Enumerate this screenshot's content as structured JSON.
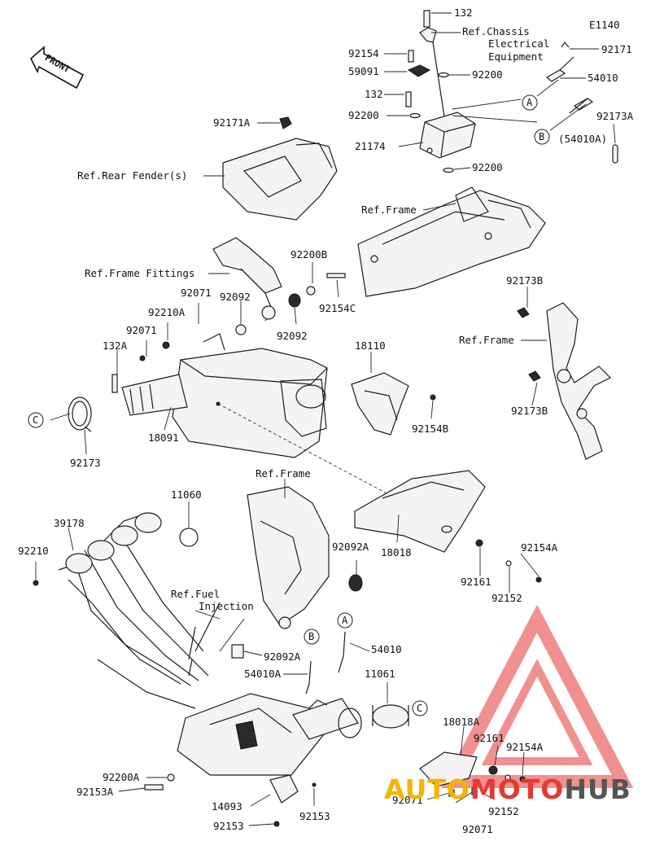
{
  "diagram_code": "E1140",
  "front_badge": "FRONT",
  "watermark": {
    "part1": "AUTO",
    "part2": "MOTO",
    "part3": "HUB",
    "color1": "#f5b400",
    "color2": "#e53935",
    "color3": "#555555"
  },
  "callouts": {
    "A": "A",
    "B": "B",
    "C": "C"
  },
  "labels": {
    "l132_top": "132",
    "ref_chassis_1": "Ref.Chassis",
    "ref_chassis_2": "Electrical",
    "ref_chassis_3": "Equipment",
    "l92171": "92171",
    "l92154": "92154",
    "l59091": "59091",
    "l92200_a": "92200",
    "l54010": "54010",
    "l132_mid": "132",
    "l92200_b": "92200",
    "l92173A": "92173A",
    "l54010A_paren": "(54010A)",
    "l21174": "21174",
    "l92200_c": "92200",
    "l92171A": "92171A",
    "ref_rear_fender": "Ref.Rear Fender(s)",
    "ref_frame_top": "Ref.Frame",
    "ref_frame_fittings": "Ref.Frame Fittings",
    "l92200B": "92200B",
    "l92071_a": "92071",
    "l92092_a": "92092",
    "l92154C": "92154C",
    "l92210A": "92210A",
    "l92092_b": "92092",
    "l92173B_a": "92173B",
    "l92071_b": "92071",
    "l132A": "132A",
    "l18110": "18110",
    "ref_frame_right": "Ref.Frame",
    "l92154B": "92154B",
    "l18091": "18091",
    "l92173B_b": "92173B",
    "l92173": "92173",
    "ref_frame_mid": "Ref.Frame",
    "l11060": "11060",
    "l39178": "39178",
    "l18018": "18018",
    "l92154A_a": "92154A",
    "l92210": "92210",
    "l92092A_a": "92092A",
    "l92161_a": "92161",
    "l92152_a": "92152",
    "ref_fuel_1": "Ref.Fuel",
    "ref_fuel_2": "Injection",
    "l92092A_b": "92092A",
    "l54010A": "54010A",
    "l11061": "11061",
    "l18018A": "18018A",
    "l92161_b": "92161",
    "l92154A_b": "92154A",
    "l92200A": "92200A",
    "l92153A": "92153A",
    "l92071_c": "92071",
    "l92152_b": "92152",
    "l14093": "14093",
    "l92153_a": "92153",
    "l92153_b": "92153",
    "l92071_d": "92071"
  }
}
